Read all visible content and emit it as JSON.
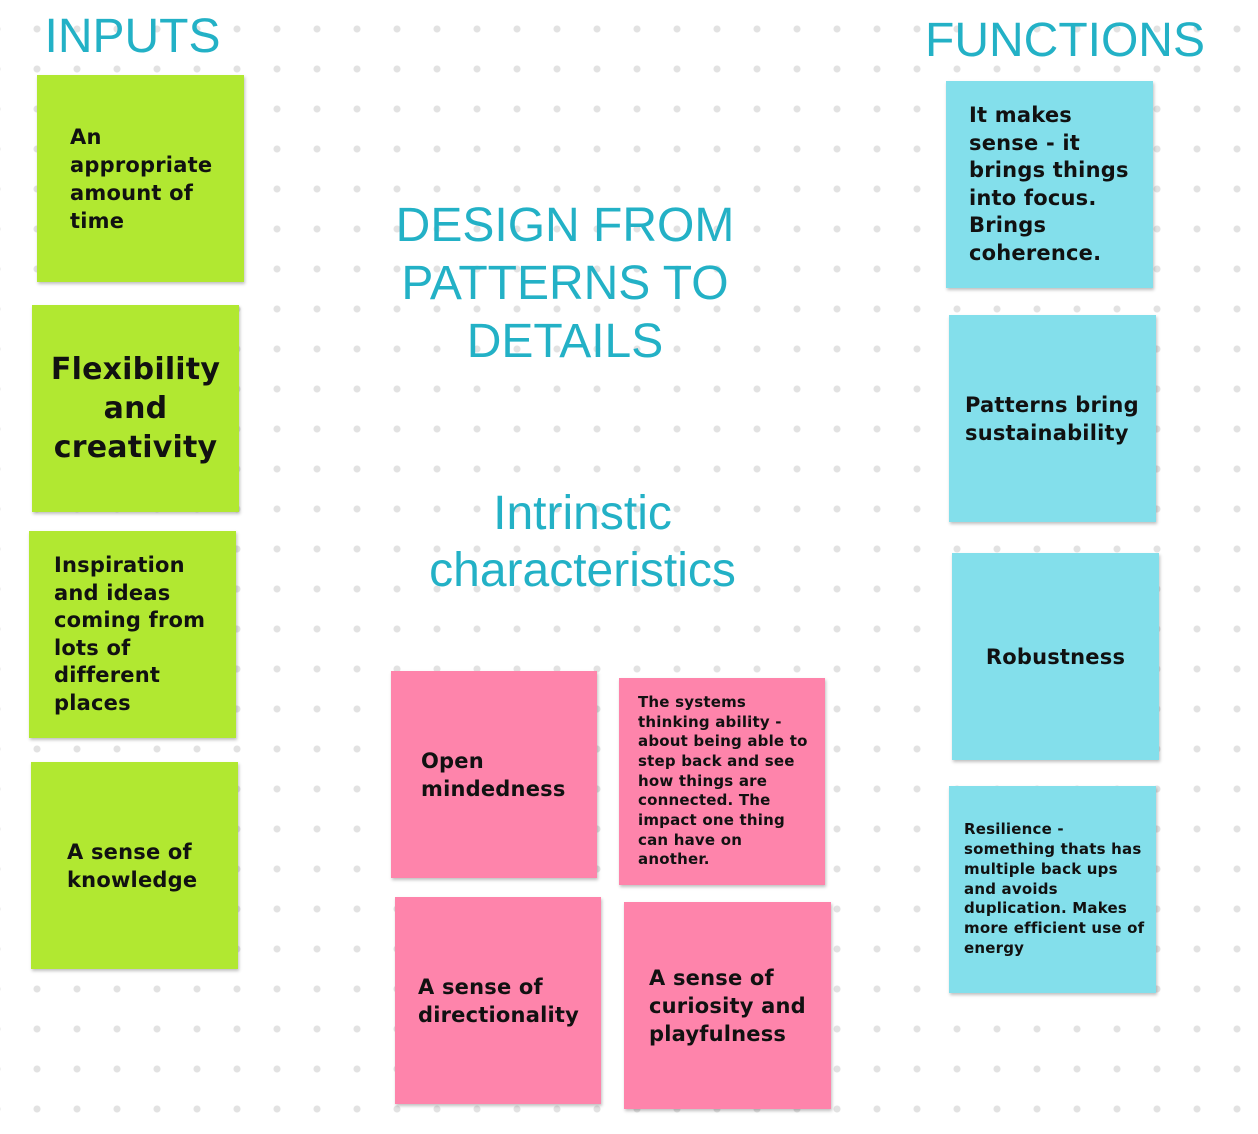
{
  "headings": {
    "inputs": "INPUTS",
    "functions": "FUNCTIONS",
    "principle": "DESIGN FROM\nPATTERNS TO\nDETAILS",
    "intrinsic": "Intrinstic\ncharacteristics"
  },
  "inputs": [
    "An\nappropriate\namount of\ntime",
    "Flexibility\nand\ncreativity",
    "Inspiration\nand ideas\ncoming from\nlots of\ndifferent\nplaces",
    "A sense of\nknowledge"
  ],
  "characteristics": [
    "Open\nmindedness",
    "The systems\nthinking ability -\nabout being able to\nstep back and see\nhow things are\nconnected. The\nimpact one thing\ncan have on\nanother.",
    "A sense of\ndirectionality",
    "A sense of\ncuriosity and\nplayfulness"
  ],
  "functions": [
    "It makes\nsense - it\nbrings things\ninto focus.\nBrings\ncoherence.",
    "Patterns bring\nsustainability",
    "Robustness",
    "Resilience -\nsomething thats has\nmultiple back ups\nand avoids\nduplication. Makes\nmore efficient use of\nenergy"
  ],
  "colors": {
    "heading": "#23b1c6",
    "input_note": "#b1e831",
    "characteristic_note": "#fe84ab",
    "function_note": "#83dfeb"
  }
}
